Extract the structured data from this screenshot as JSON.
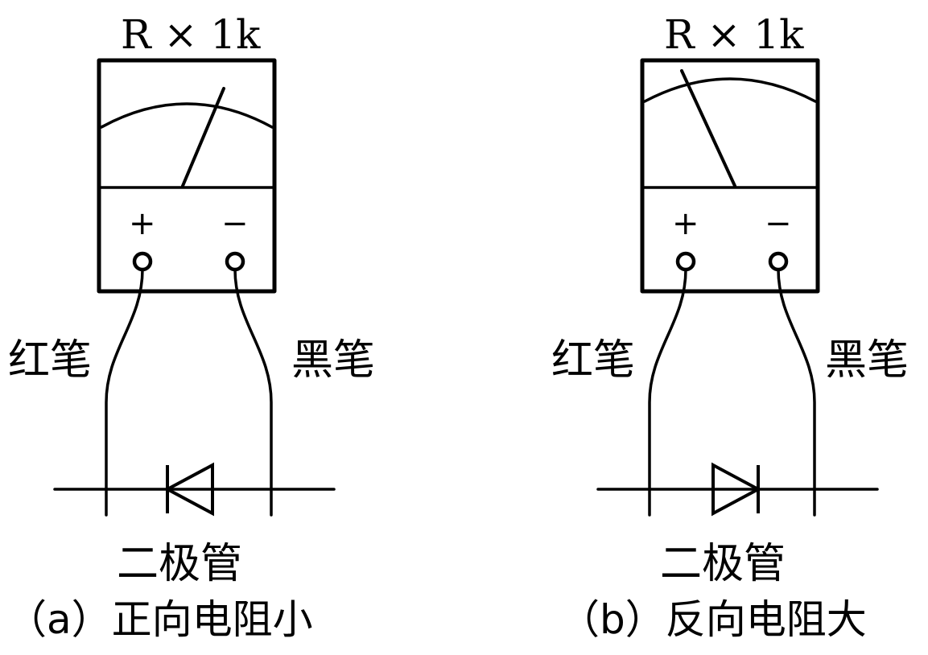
{
  "panels": [
    {
      "range_label": "R × 1k",
      "plus_sign": "+",
      "minus_sign": "−",
      "red_probe": "红笔",
      "black_probe": "黑笔",
      "component": "二极管",
      "caption": "（a）正向电阻小",
      "needle": "right",
      "diode_direction": "left"
    },
    {
      "range_label": "R × 1k",
      "plus_sign": "+",
      "minus_sign": "−",
      "red_probe": "红笔",
      "black_probe": "黑笔",
      "component": "二极管",
      "caption": "（b）反向电阻大",
      "needle": "left",
      "diode_direction": "right"
    }
  ]
}
